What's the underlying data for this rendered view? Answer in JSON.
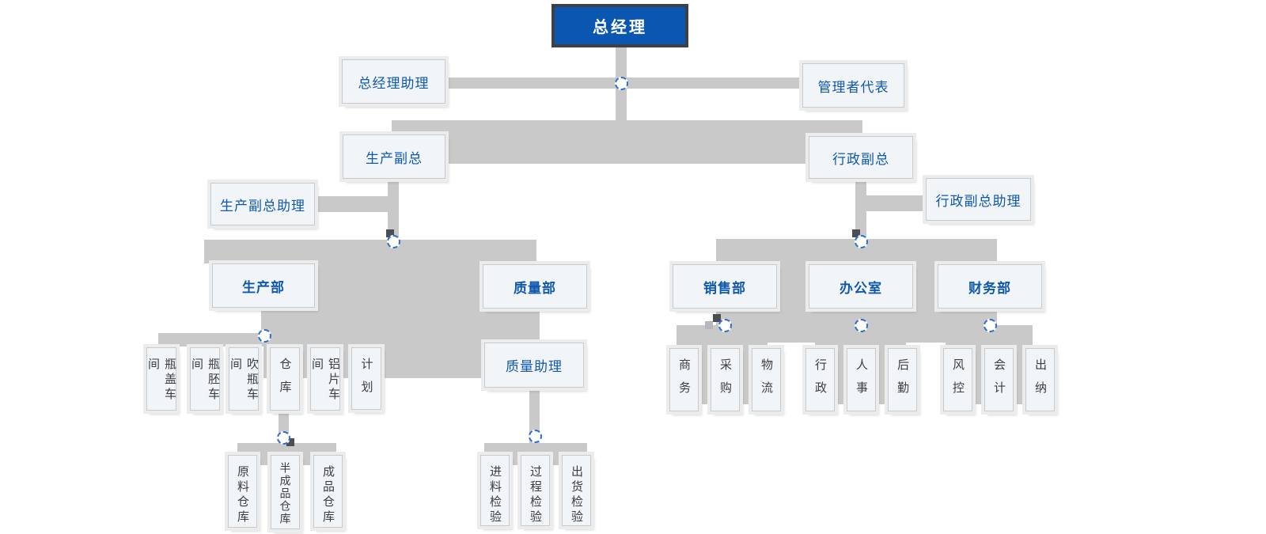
{
  "colors": {
    "primary_blue": "#0b56b0",
    "node_text_blue": "#0f58ad",
    "connector_gray": "#c9c9c9",
    "node_background": "#f2f5f8",
    "dark_handle": "#4b4e52"
  },
  "nodes": {
    "gm": "总经理",
    "gm_assistant": "总经理助理",
    "mgmt_rep": "管理者代表",
    "prod_vp": "生产副总",
    "admin_vp": "行政副总",
    "prod_vp_assistant": "生产副总助理",
    "admin_vp_assistant": "行政副总助理",
    "prod_dept": "生产部",
    "quality_dept": "质量部",
    "sales_dept": "销售部",
    "office": "办公室",
    "finance_dept": "财务部",
    "quality_assistant": "质量助理",
    "ws_cap": "瓶盖车间",
    "ws_preform": "瓶胚车间",
    "ws_blow": "吹瓶车间",
    "ws_warehouse": "仓库",
    "ws_aluminum": "铝片车间",
    "ws_planning": "计划",
    "wh_raw": "原料仓库",
    "wh_semi": "半成品仓库",
    "wh_finished": "成品仓库",
    "insp_incoming": "进料检验",
    "insp_process": "过程检验",
    "insp_outgoing": "出货检验",
    "sales_business": "商务",
    "sales_purchasing": "采购",
    "sales_logistics": "物流",
    "office_admin": "行政",
    "office_hr": "人事",
    "office_support": "后勤",
    "fin_risk": "风控",
    "fin_accounting": "会计",
    "fin_cashier": "出纳"
  }
}
